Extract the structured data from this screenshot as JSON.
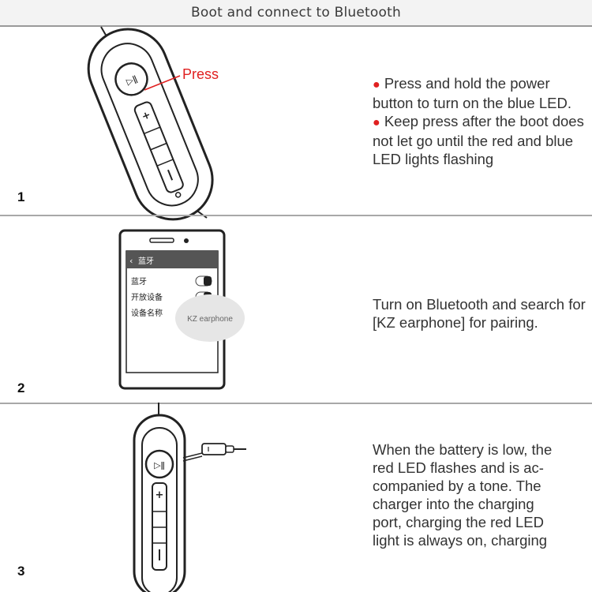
{
  "header": {
    "title": "Boot and connect to Bluetooth"
  },
  "steps": [
    {
      "number": "1",
      "callout": "Press",
      "bullets": [
        "Press and hold the power button to turn on the blue LED.",
        "Keep press after the boot does not let go until the red and blue LED lights flashing"
      ]
    },
    {
      "number": "2",
      "phone": {
        "back_title": "蓝牙",
        "rows": [
          "蓝牙",
          "开放设备",
          "设备名称"
        ],
        "device_bubble": "KZ earphone"
      },
      "text": "Turn on Bluetooth and search for [KZ earphone] for pairing."
    },
    {
      "number": "3",
      "lines": [
        "When the battery is low, the",
        "red LED flashes and is ac-",
        "companied by a tone. The",
        "charger into the charging",
        "port, charging the red LED",
        "light is always on, charging"
      ]
    }
  ],
  "colors": {
    "accent_red": "#e02020",
    "divider": "#a8a8a8"
  }
}
